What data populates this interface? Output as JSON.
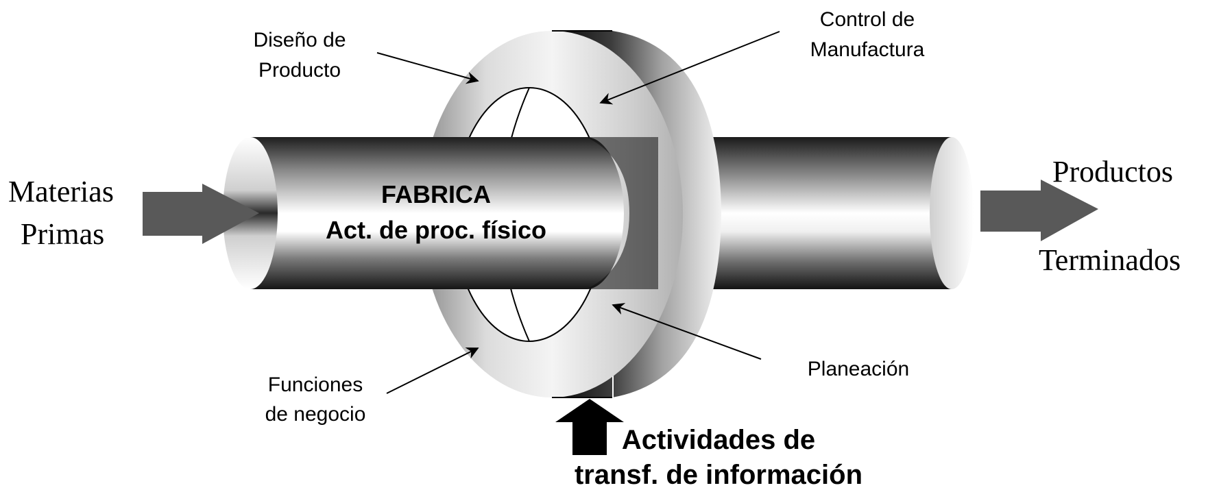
{
  "inputs": {
    "left_line1": "Materias",
    "left_line2": "Primas",
    "right_line1": "Productos",
    "right_line2": "Terminados"
  },
  "cylinder": {
    "line1": "FABRICA",
    "line2": "Act. de proc. físico"
  },
  "ring_labels": {
    "diseno_line1": "Diseño de",
    "diseno_line2": "Producto",
    "control_line1": "Control de",
    "control_line2": "Manufactura",
    "funciones_line1": "Funciones",
    "funciones_line2": "de negocio",
    "planeacion": "Planeación"
  },
  "bottom": {
    "line1": "Actividades de",
    "line2": "transf. de información"
  },
  "colors": {
    "arrow_gray": "#595959",
    "black": "#000000",
    "background": "#ffffff"
  }
}
